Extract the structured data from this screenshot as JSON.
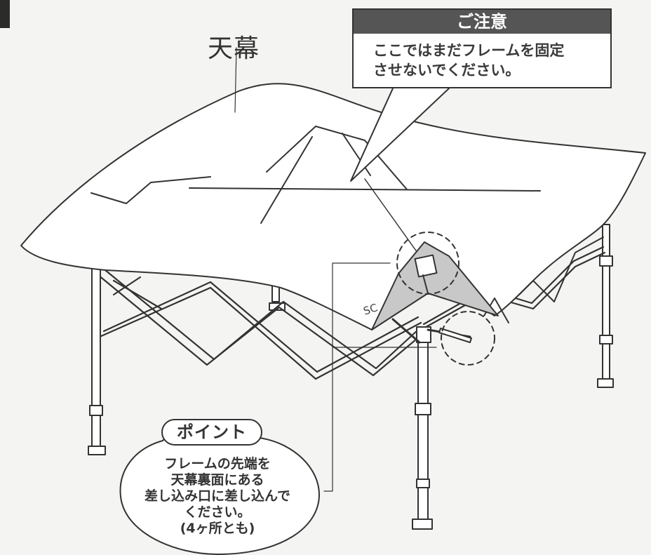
{
  "canopy": {
    "label": "天幕"
  },
  "caution": {
    "title": "ご注意",
    "lines": [
      "ここではまだフレームを固定",
      "させないでください。"
    ]
  },
  "point": {
    "title": "ポイント",
    "lines": [
      "フレームの先端を",
      "天幕裏面にある",
      "差し込み口に差し込んで",
      "ください。",
      "(4ヶ所とも)"
    ]
  },
  "sleeve_mark": "SC",
  "colors": {
    "caution_header": "#555555",
    "insert_highlight": "#c8c8c8",
    "line": "#333333"
  }
}
